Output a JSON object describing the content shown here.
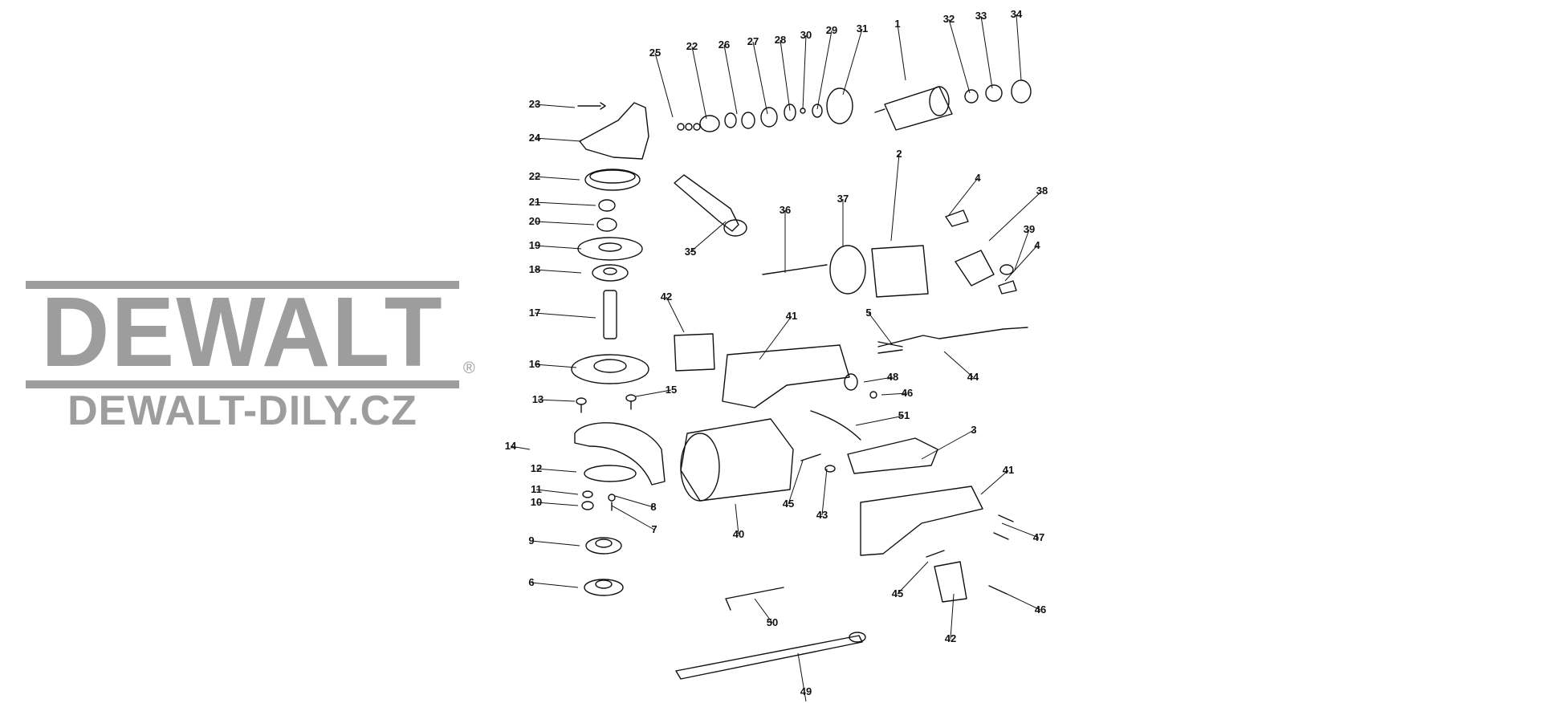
{
  "watermark": {
    "brand": "DEWALT",
    "registered_mark": "®",
    "website": "DEWALT-DILY.CZ",
    "color": "#9d9d9d"
  },
  "diagram": {
    "line_color": "#111111",
    "part_numbers": [
      "1",
      "2",
      "3",
      "4",
      "4",
      "5",
      "6",
      "7",
      "8",
      "9",
      "10",
      "11",
      "12",
      "13",
      "14",
      "15",
      "16",
      "17",
      "18",
      "19",
      "20",
      "21",
      "22",
      "22",
      "23",
      "24",
      "25",
      "26",
      "27",
      "28",
      "29",
      "30",
      "31",
      "32",
      "33",
      "34",
      "35",
      "36",
      "37",
      "38",
      "39",
      "40",
      "41",
      "41",
      "42",
      "42",
      "43",
      "44",
      "45",
      "45",
      "46",
      "46",
      "47",
      "48",
      "49",
      "50",
      "51"
    ]
  }
}
